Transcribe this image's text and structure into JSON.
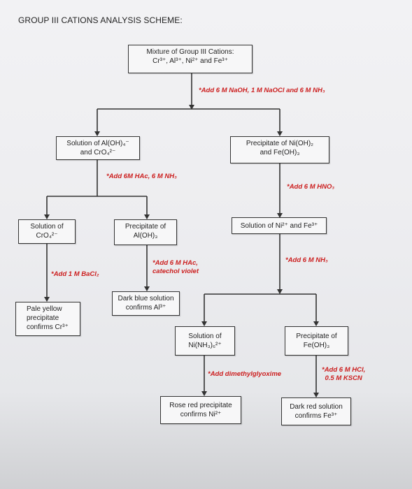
{
  "title": "GROUP III CATIONS ANALYSIS SCHEME:",
  "nodes": {
    "mixture": {
      "line1": "Mixture of Group III Cations:",
      "line2": "Cr³⁺, Al³⁺, Ni²⁺ and Fe³⁺"
    },
    "sol_aloh_cro": {
      "line1": "Solution of Al(OH)₄⁻",
      "line2": "and CrO₄²⁻"
    },
    "ppt_nioh_feoh": {
      "line1": "Precipitate of Ni(OH)₂",
      "line2": "and Fe(OH)₃"
    },
    "sol_cro": {
      "line1": "Solution of",
      "line2": "CrO₄²⁻"
    },
    "ppt_aloh": {
      "line1": "Precipitate of",
      "line2": "Al(OH)₃"
    },
    "sol_ni_fe": {
      "line1": "Solution of Ni²⁺ and Fe³⁺"
    },
    "dark_blue": {
      "line1": "Dark blue solution",
      "line2": "confirms Al³⁺"
    },
    "pale_yellow": {
      "line1": "Pale yellow",
      "line2": "precipitate",
      "line3": "confirms Cr³⁺"
    },
    "sol_ninh3": {
      "line1": "Solution of",
      "line2": "Ni(NH₃)₆²⁺"
    },
    "ppt_feoh": {
      "line1": "Precipitate of",
      "line2": "Fe(OH)₃"
    },
    "rose_red": {
      "line1": "Rose red precipitate",
      "line2": "confirms Ni²⁺"
    },
    "dark_red": {
      "line1": "Dark red solution",
      "line2": "confirms Fe³⁺"
    }
  },
  "reagents": {
    "r1": "*Add 6 M NaOH, 1 M NaOCl and 6 M NH₃",
    "r2": "*Add 6M HAc, 6 M NH₃",
    "r3": "*Add 6 M HNO₃",
    "r4": "*Add 1 M BaCl₂",
    "r5_line1": "*Add 6 M HAc,",
    "r5_line2": "catechol violet",
    "r6": "*Add 6 M NH₃",
    "r7": "*Add dimethylglyoxime",
    "r8_line1": "*Add 6 M HCl,",
    "r8_line2": "0.5 M KSCN"
  },
  "colors": {
    "line": "#333333",
    "reagent": "#cc1e1e",
    "text": "#222222"
  }
}
